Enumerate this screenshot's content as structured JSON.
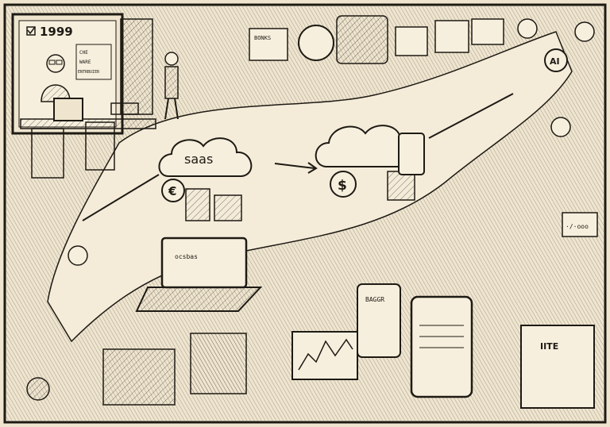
{
  "illustration": {
    "style": "pen-and-ink sketch on parchment",
    "colors": {
      "paper": "#efe5cf",
      "paper_dark": "#d9cdb2",
      "ink": "#1e1a14",
      "path": "#f4ecd9"
    },
    "texts": {
      "year_sign": "1999",
      "whiteboard_note_1": "CHE",
      "whiteboard_note_2": "WARE",
      "whiteboard_note_3": "ENTRBUIER",
      "saas_cloud_label": "saas",
      "laptop_screen_label": "ocsbas",
      "phone_screen_label": "BAGGR",
      "storefront_label": "IITE",
      "monitor_panel_label": "·/·ooo",
      "top_sign_label": "BONKS"
    },
    "icons": [
      "dollar-coin-icon",
      "cloud-icon",
      "gear-icon",
      "arrow-icon",
      "laptop-icon",
      "smartphone-icon",
      "coin-stack-icon",
      "chart-icon",
      "ai-badge-icon"
    ]
  }
}
